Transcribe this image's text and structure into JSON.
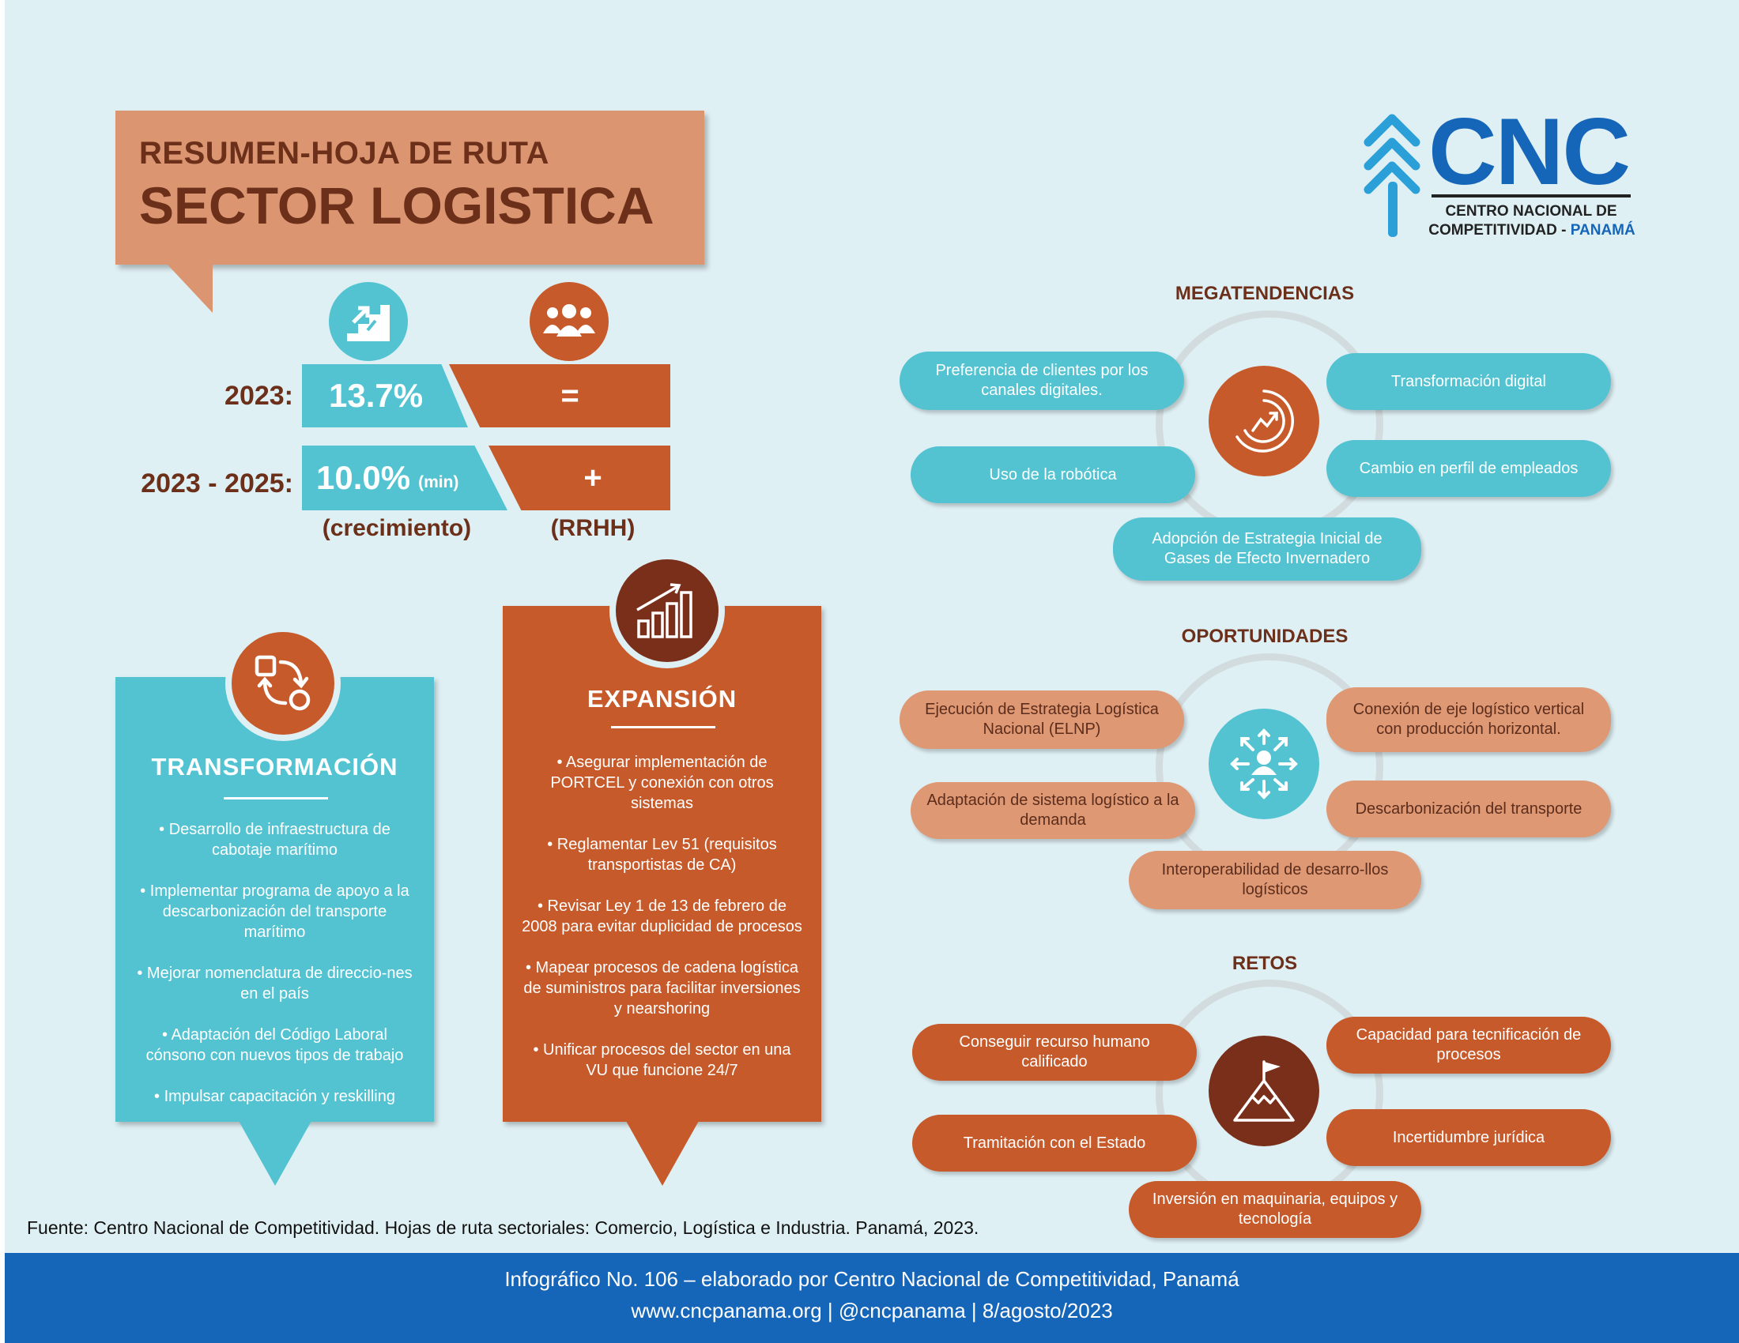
{
  "title": {
    "subtitle": "RESUMEN-HOJA DE RUTA",
    "main": "SECTOR LOGISTICA"
  },
  "logo": {
    "text": "CNC",
    "line1": "CENTRO NACIONAL DE",
    "line2": "COMPETITIVIDAD - ",
    "line2_accent": "PANAMÁ"
  },
  "stats": {
    "row1": {
      "year": "2023:",
      "growth": "13.7%",
      "rrhh": "="
    },
    "row2": {
      "year": "2023 - 2025:",
      "growth": "10.0%",
      "growth_suffix": "(min)",
      "rrhh": "+"
    },
    "label_growth": "(crecimiento)",
    "label_rrhh": "(RRHH)"
  },
  "transformacion": {
    "title": "TRANSFORMACIÓN",
    "items": [
      "• Desarrollo de infraestructura de cabotaje marítimo",
      "• Implementar programa de apoyo a la descarbonización del transporte marítimo",
      "• Mejorar nomenclatura de direccio-nes en el país",
      "• Adaptación del Código Laboral cónsono con nuevos tipos de trabajo",
      "• Impulsar capacitación y reskilling"
    ]
  },
  "expansion": {
    "title": "EXPANSIÓN",
    "items": [
      "• Asegurar implementación de PORTCEL y conexión con otros sistemas",
      "• Reglamentar Lev 51 (requisitos transportistas de CA)",
      "• Revisar Ley 1 de 13 de febrero de 2008 para evitar duplicidad de procesos",
      "• Mapear procesos de cadena logística de suministros para facilitar inversiones y nearshoring",
      "• Unificar procesos del sector en una VU que funcione 24/7"
    ]
  },
  "megatendencias": {
    "title": "MEGATENDENCIAS",
    "items": [
      "Preferencia de clientes por los canales digitales.",
      "Transformación digital",
      "Uso de la robótica",
      "Cambio en perfil de empleados",
      "Adopción de Estrategia Inicial de Gases de Efecto Invernadero"
    ]
  },
  "oportunidades": {
    "title": "OPORTUNIDADES",
    "items": [
      "Ejecución de Estrategia Logística Nacional (ELNP)",
      "Conexión de eje logístico vertical con producción horizontal.",
      "Adaptación de sistema logístico a la demanda",
      "Descarbonización del transporte",
      "Interoperabilidad de desarro-llos logísticos"
    ]
  },
  "retos": {
    "title": "RETOS",
    "items": [
      "Conseguir recurso humano calificado",
      "Capacidad para tecnificación de procesos",
      "Tramitación con el Estado",
      "Incertidumbre jurídica",
      "Inversión en maquinaria, equipos y tecnología"
    ]
  },
  "source": "Fuente: Centro Nacional de Competitividad. Hojas de ruta sectoriales: Comercio, Logística e Industria. Panamá, 2023.",
  "footer": {
    "line1": "Infográfico No. 106 – elaborado por Centro Nacional de Competitividad, Panamá",
    "line2": "www.cncpanama.org | @cncpanama | 8/agosto/2023"
  },
  "icons": {
    "stairs": "stairs-growth-icon",
    "people": "people-group-icon",
    "process": "process-cycle-icon",
    "barchart": "bar-chart-growth-icon",
    "trend": "trend-circle-icon",
    "network": "person-network-icon",
    "mountain": "mountain-flag-icon"
  },
  "colors": {
    "teal": "#53c3d2",
    "rust": "#c75a2a",
    "peach": "#de9873",
    "brown": "#6b2f1a",
    "blue": "#1565b8"
  }
}
